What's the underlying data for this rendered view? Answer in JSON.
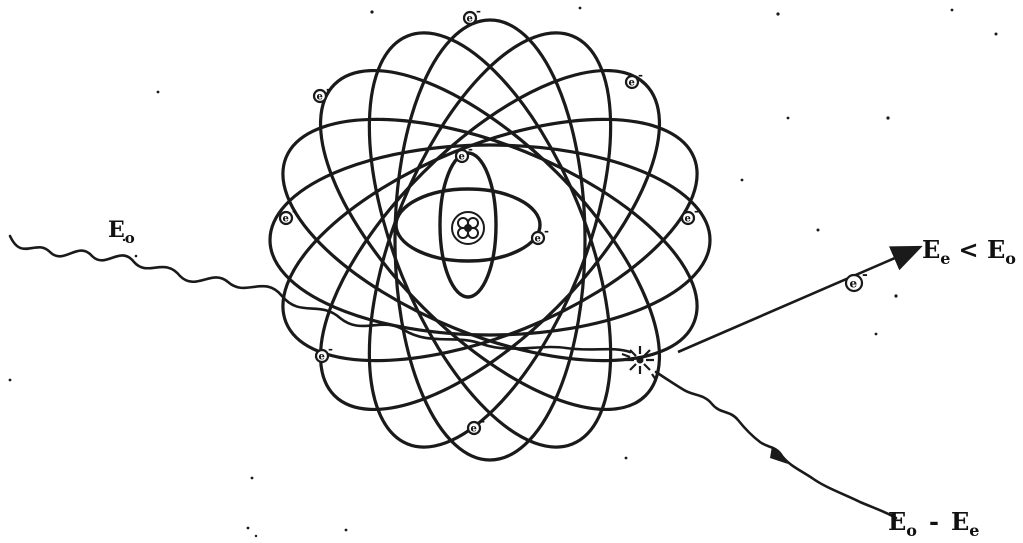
{
  "labels": {
    "incident_photon": "E",
    "incident_photon_sub": "o",
    "ejected_electron_prefix": "E",
    "ejected_electron_sub": "e",
    "ejected_electron_relation": "< E",
    "ejected_electron_relation_sub": "o",
    "scattered_photon_a": "E",
    "scattered_photon_a_sub": "o",
    "scattered_photon_minus": "-",
    "scattered_photon_b": "E",
    "scattered_photon_b_sub": "e"
  },
  "electron_symbol": "e",
  "colors": {
    "ink": "#1a1a1a",
    "background": "#ffffff"
  }
}
